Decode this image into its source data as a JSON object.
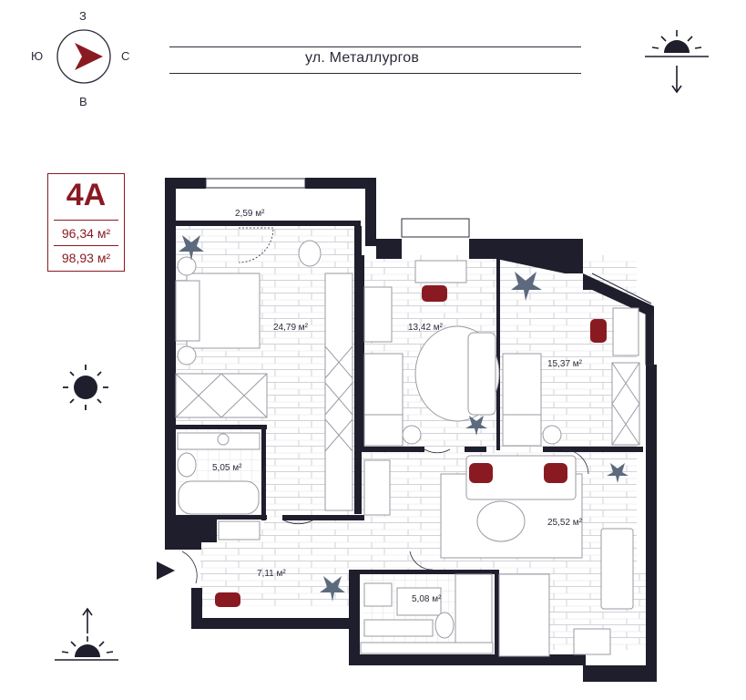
{
  "compass": {
    "north": "З",
    "west": "Ю",
    "east": "С",
    "south": "В"
  },
  "street": {
    "name": "ул. Металлургов"
  },
  "badge": {
    "code": "4А",
    "area_1": "96,34 м²",
    "area_2": "98,93 м²"
  },
  "rooms": [
    {
      "id": "balcony",
      "area": "2,59 м²"
    },
    {
      "id": "bedroom",
      "area": "24,79 м²"
    },
    {
      "id": "kids-room-1",
      "area": "13,42 м²"
    },
    {
      "id": "kids-room-2",
      "area": "15,37 м²"
    },
    {
      "id": "bathroom-1",
      "area": "5,05 м²"
    },
    {
      "id": "living-kitchen",
      "area": "25,52 м²"
    },
    {
      "id": "hallway",
      "area": "7,11 м²"
    },
    {
      "id": "bathroom-2",
      "area": "5,08 м²"
    }
  ],
  "colors": {
    "wall": "#1e1e2c",
    "accent": "#8a1a22",
    "floor_line": "#c9c9cf",
    "furniture": "#9a9aa3",
    "plant": "#5d6a7e"
  },
  "icons": [
    "compass-icon",
    "sun-icon",
    "sunset-icon",
    "sunrise-icon",
    "entrance-arrow-icon"
  ]
}
